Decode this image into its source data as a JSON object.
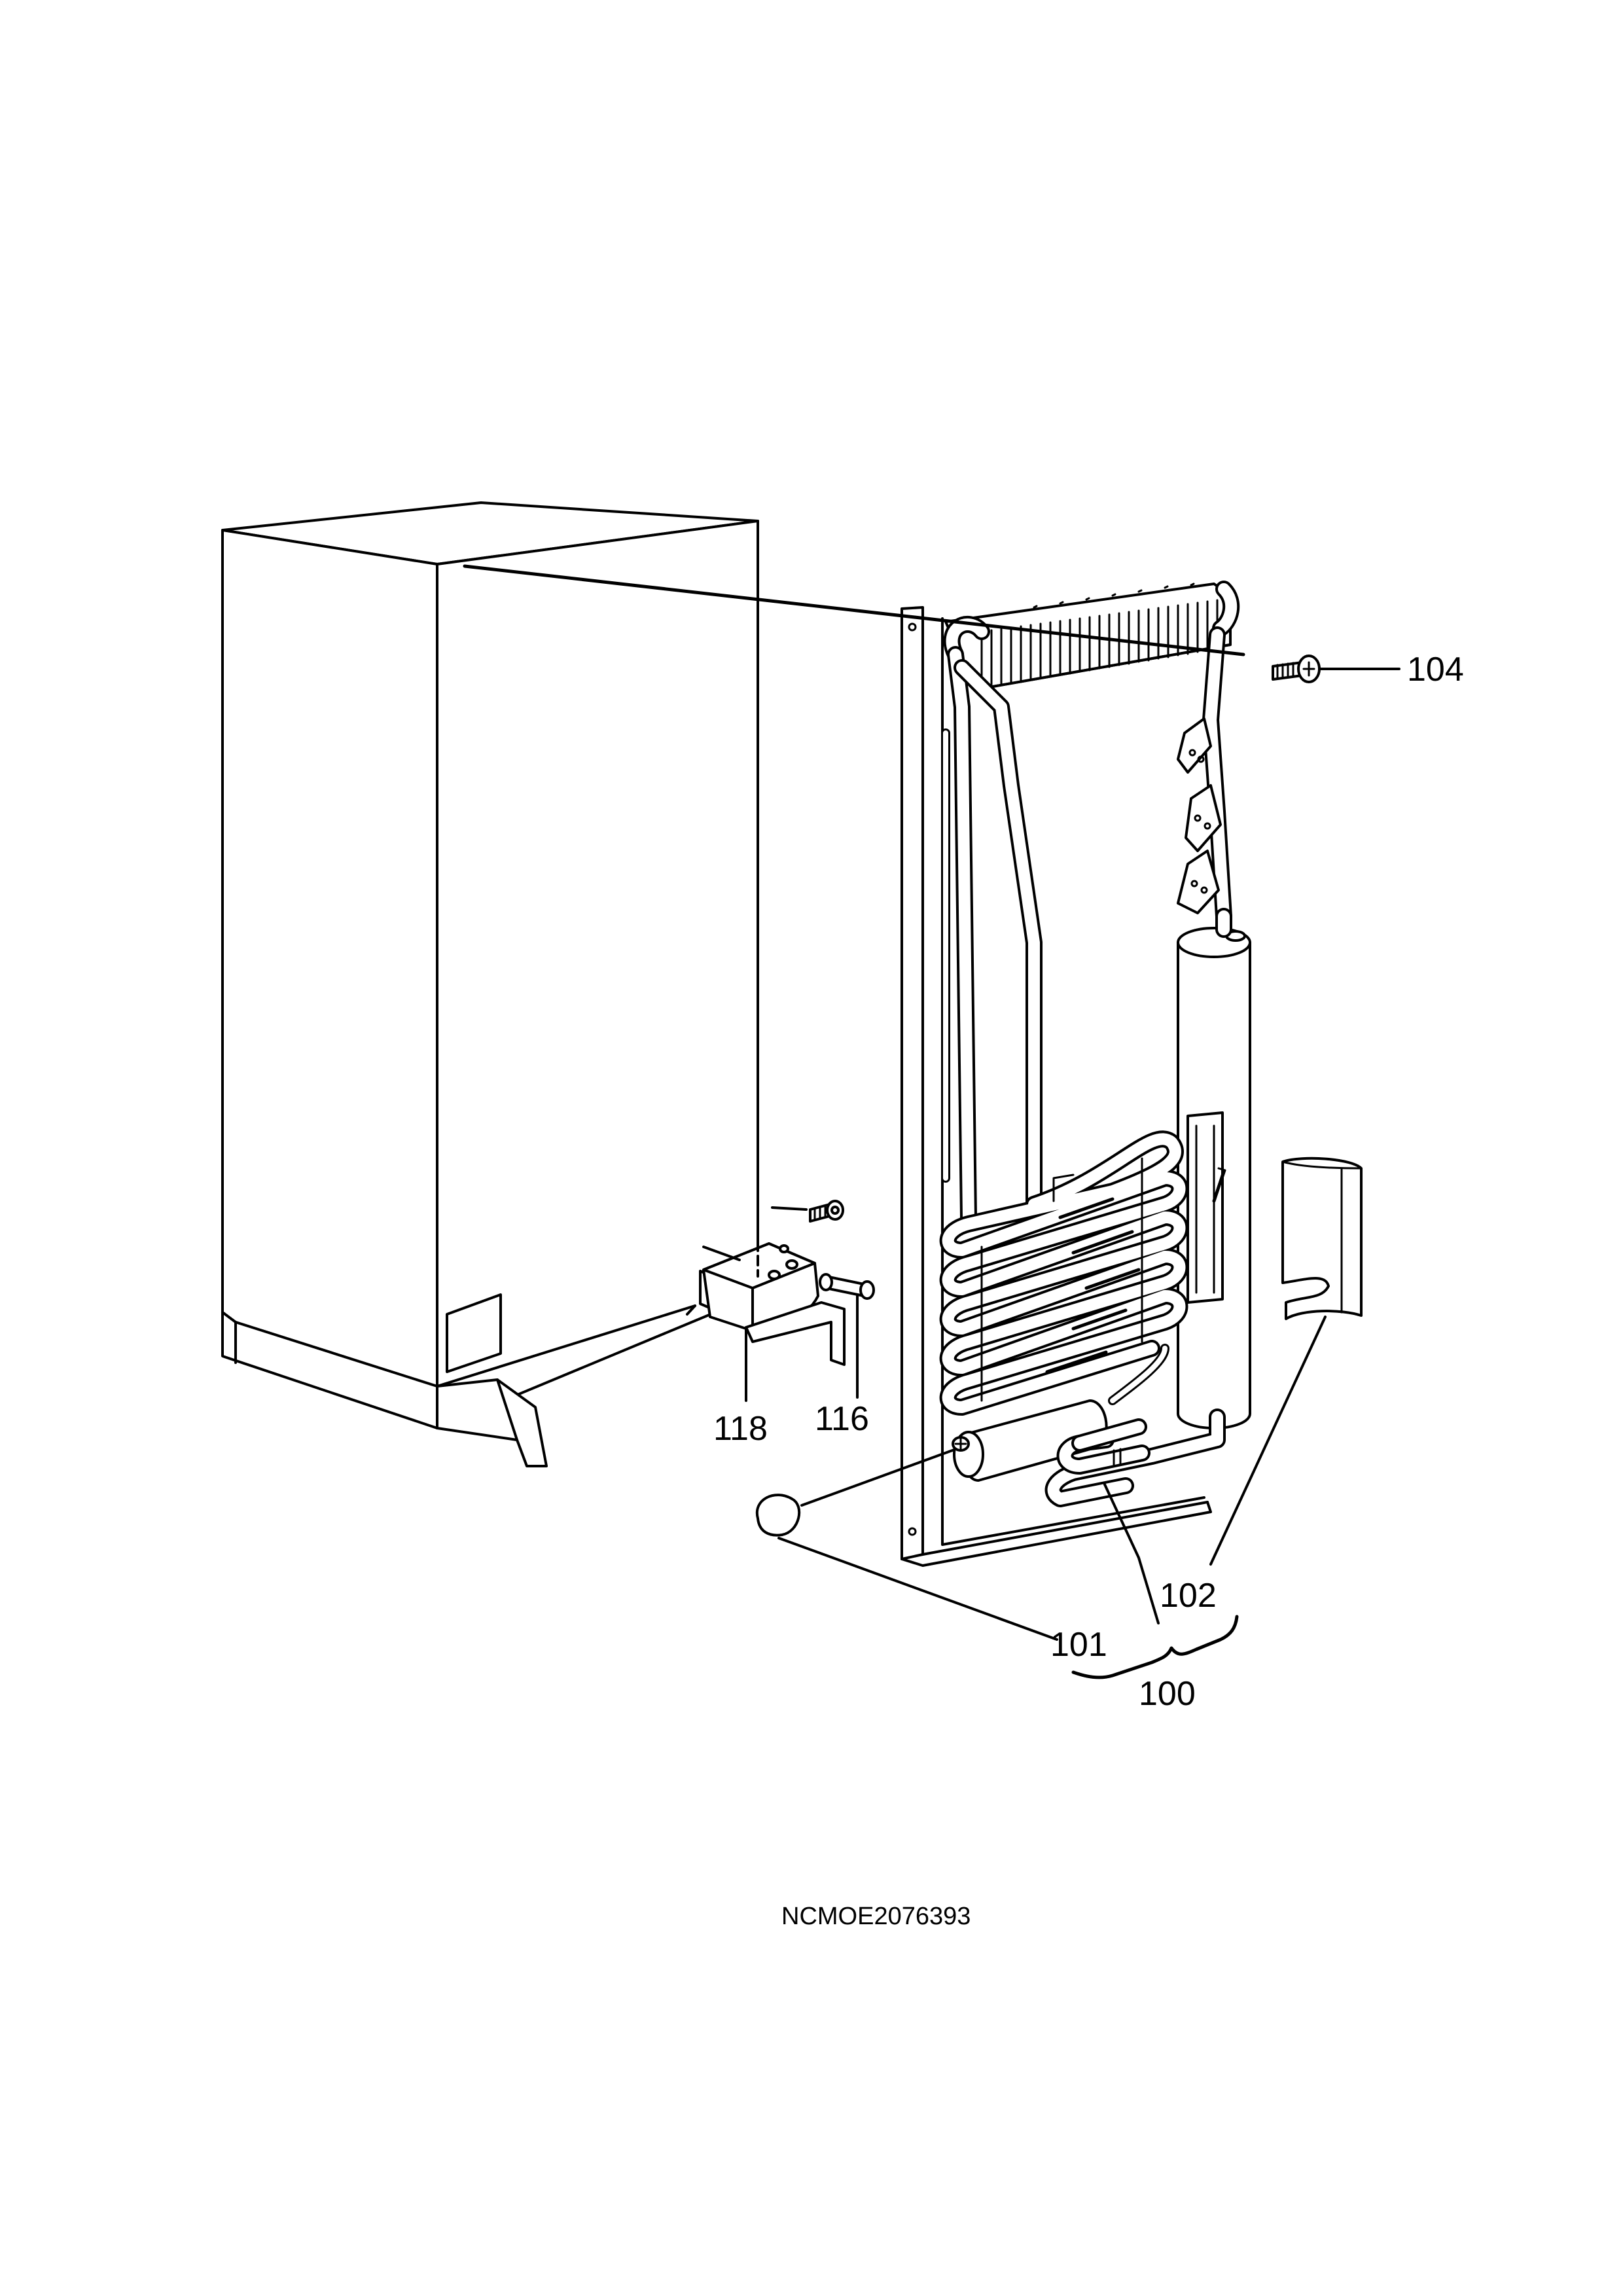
{
  "diagram": {
    "part_labels": {
      "p104": "104",
      "p118": "118",
      "p116": "116",
      "p102": "102",
      "p101": "101",
      "p100": "100"
    },
    "drawing_code": "NCMOE2076393"
  }
}
